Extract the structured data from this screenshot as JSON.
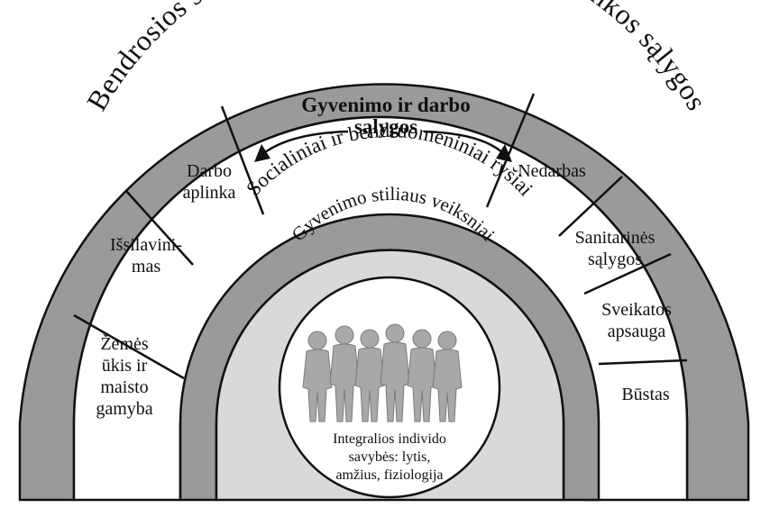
{
  "diagram": {
    "outer_ring_label": "Bendrosios socioekonominės, kultūrinės ir aplinkos sąlygos",
    "middle_ring_label": "Socialiniai ir bendruomeniniai ryšiai",
    "inner_ring_label": "Gyvenimo stiliaus veiksniai",
    "living_conditions": {
      "title_line1": "Gyvenimo ir darbo",
      "title_line2": "sąlygos"
    },
    "segments": [
      {
        "lines": [
          "Žemės",
          "ūkis ir",
          "maisto",
          "gamyba"
        ]
      },
      {
        "lines": [
          "Išsilavini-",
          "mas"
        ]
      },
      {
        "lines": [
          "Darbo",
          "aplinka"
        ]
      },
      {
        "lines": [
          "Nedarbas"
        ]
      },
      {
        "lines": [
          "Sanitarinės",
          "sąlygos"
        ]
      },
      {
        "lines": [
          "Sveikatos",
          "apsauga"
        ]
      },
      {
        "lines": [
          "Būstas"
        ]
      }
    ],
    "core": {
      "line1": "Integralios individo",
      "line2": "savybės: lytis,",
      "line3": "amžius, fiziologija"
    },
    "colors": {
      "ring_gray": "#9a9a9a",
      "inner_gray": "#d9d9d9",
      "silhouette": "#a8a8a8",
      "stroke": "#111111"
    }
  }
}
